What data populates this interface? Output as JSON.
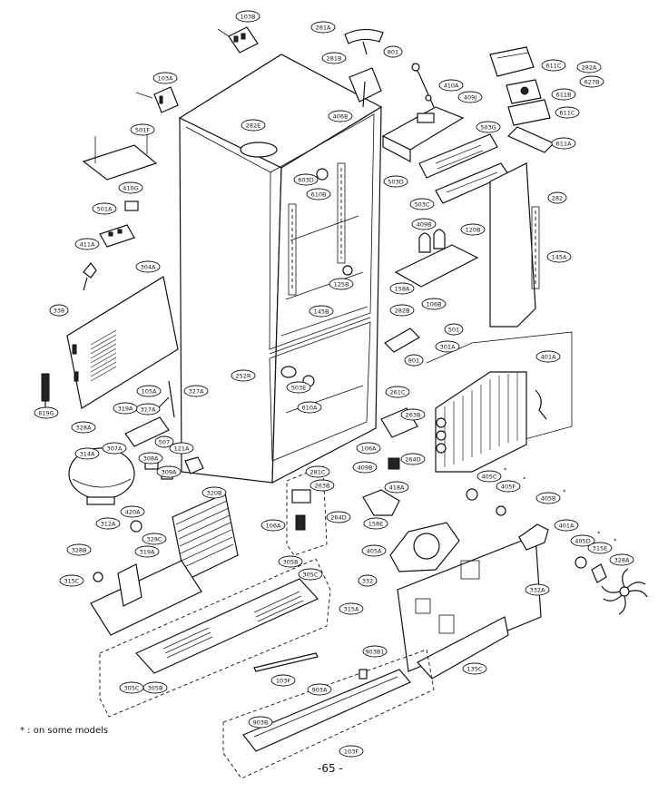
{
  "footnote": "* : on some models",
  "page_number": "-65 -",
  "callouts": {
    "c103B": "103B",
    "c281A": "281A",
    "c801a": "801",
    "c611C": "611C",
    "c282A": "282A",
    "c281B": "281B",
    "c410A": "410A",
    "c103A": "103A",
    "c406B": "406B",
    "c409J": "409J",
    "c611B": "611B",
    "c627B": "627B",
    "c611Cb": "611C",
    "c501F": "501F",
    "c282E": "282E",
    "c503G": "503G",
    "c611A": "611A",
    "c603D": "603D",
    "c610B": "610B",
    "c503D": "503D",
    "c410G": "410G",
    "c503C": "503C",
    "c282": "282",
    "c501A": "501A",
    "c409B": "409B",
    "c120B": "120B",
    "c411A": "411A",
    "c304A": "304A",
    "c145A": "145A",
    "c125B": "125B",
    "c158A": "158A",
    "c338": "338",
    "c145B": "145B",
    "c106B": "106B",
    "c282B": "282B",
    "c501": "501",
    "c301A": "301A",
    "c401A": "401A",
    "c801b": "801",
    "c252R": "252R",
    "c503E": "503E",
    "c105A": "105A",
    "c327A": "327A",
    "c610A": "610A",
    "c261C": "261C",
    "c619G": "619G",
    "c317A": "317A",
    "c319A": "319A",
    "c263B": "263B",
    "c328A": "328A",
    "c507": "507",
    "c106A": "106A",
    "c314A": "314A",
    "c307A": "307A",
    "c121A": "121A",
    "c409B2": "409B",
    "c264D": "264D",
    "c308A": "308A",
    "c309A": "309A",
    "c418A": "418A",
    "c405C": "405C",
    "c405F": "405F",
    "c281C": "281C",
    "c263Bb": "263B",
    "c312A": "312A",
    "c420A": "420A",
    "c320B": "320B",
    "c405B": "405B",
    "c329C": "329C",
    "c158E": "158E",
    "c106Ab": "106A",
    "c264Db": "264D",
    "c401A2": "401A",
    "c328B": "328B",
    "c319Ab": "319A",
    "c405A": "405A",
    "c405D": "405D",
    "c315E": "315E",
    "c315C": "315C",
    "c305B": "305B",
    "c305C": "305C",
    "c332": "332",
    "c332A": "332A",
    "c328Ab": "328A",
    "c315A": "315A",
    "c903B1": "903B1",
    "c103F": "103F",
    "c135C": "135C",
    "c305Cb": "305C",
    "c305Bb": "305B",
    "c903A": "903A",
    "c903B": "903B",
    "c103Fb": "103F"
  },
  "markers": {
    "star": "*"
  }
}
